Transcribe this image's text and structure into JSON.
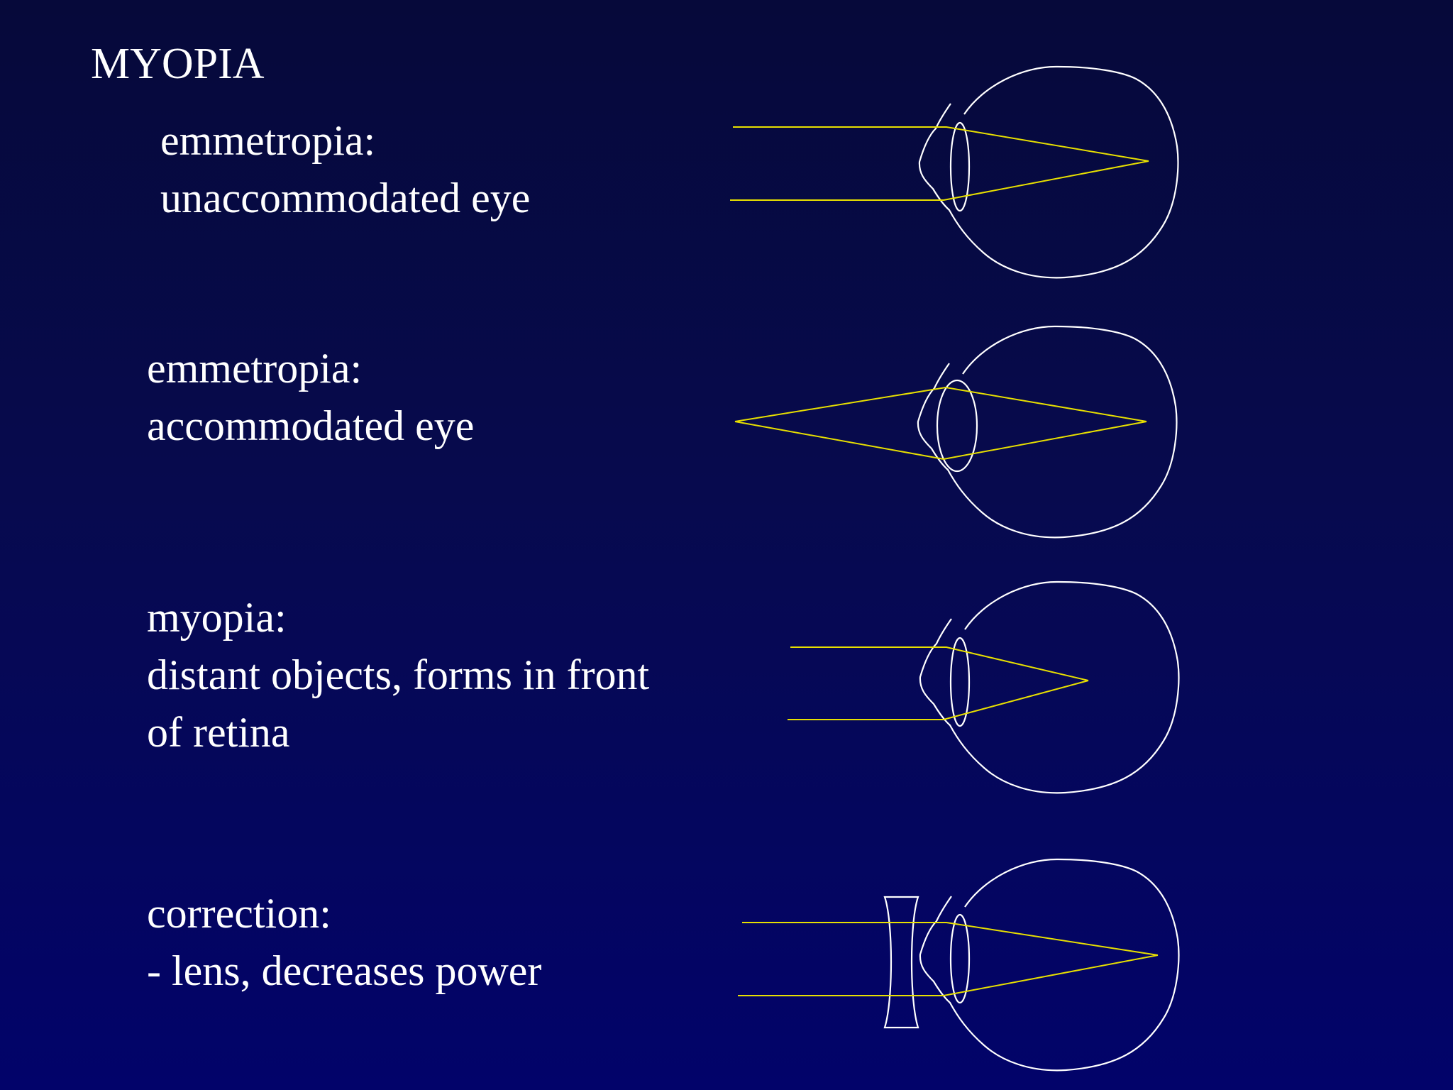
{
  "title": "MYOPIA",
  "captions": [
    {
      "lines": [
        "emmetropia:",
        "unaccommodated eye"
      ]
    },
    {
      "lines": [
        "emmetropia:",
        "accommodated eye"
      ]
    },
    {
      "lines": [
        "myopia:",
        "distant objects, forms in front",
        "of retina"
      ]
    },
    {
      "lines": [
        "correction:",
        "- lens, decreases power"
      ]
    }
  ],
  "colors": {
    "text": "#ffffff",
    "eye_outline": "#ffffff",
    "light_rays": "#e8e000",
    "background_top": "#06093a",
    "background_bottom": "#02036a"
  }
}
